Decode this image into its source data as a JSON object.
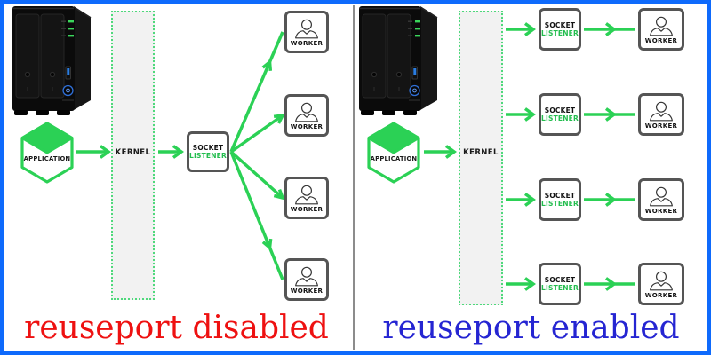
{
  "diagram": {
    "left_panel": {
      "caption": "reuseport disabled",
      "caption_color": "#ee1111",
      "application": {
        "label": "APPLICATION"
      },
      "kernel": {
        "label": "KERNEL"
      },
      "socket_listener": {
        "line1": "SOCKET",
        "line2": "LISTENER"
      },
      "workers": [
        {
          "label": "WORKER"
        },
        {
          "label": "WORKER"
        },
        {
          "label": "WORKER"
        },
        {
          "label": "WORKER"
        }
      ]
    },
    "right_panel": {
      "caption": "reuseport enabled",
      "caption_color": "#2525d2",
      "application": {
        "label": "APPLICATION"
      },
      "kernel": {
        "label": "KERNEL"
      },
      "socket_listeners": [
        {
          "line1": "SOCKET",
          "line2": "LISTENER"
        },
        {
          "line1": "SOCKET",
          "line2": "LISTENER"
        },
        {
          "line1": "SOCKET",
          "line2": "LISTENER"
        },
        {
          "line1": "SOCKET",
          "line2": "LISTENER"
        }
      ],
      "workers": [
        {
          "label": "WORKER"
        },
        {
          "label": "WORKER"
        },
        {
          "label": "WORKER"
        },
        {
          "label": "WORKER"
        }
      ]
    },
    "colors": {
      "accent_green": "#2bd155",
      "kernel_border_green": "#4fd97c",
      "kernel_fill": "#f2f2f2",
      "node_border_gray": "#555555",
      "frame_border_blue": "#0e6afc",
      "divider_gray": "#8c8c8c",
      "caption_red": "#ee1111",
      "caption_blue": "#2525d2",
      "listener_text_green": "#23bd4e"
    },
    "icons": {
      "device": "nas-server-icon",
      "application": "hexagon-cube-icon",
      "worker": "person-icon"
    }
  }
}
